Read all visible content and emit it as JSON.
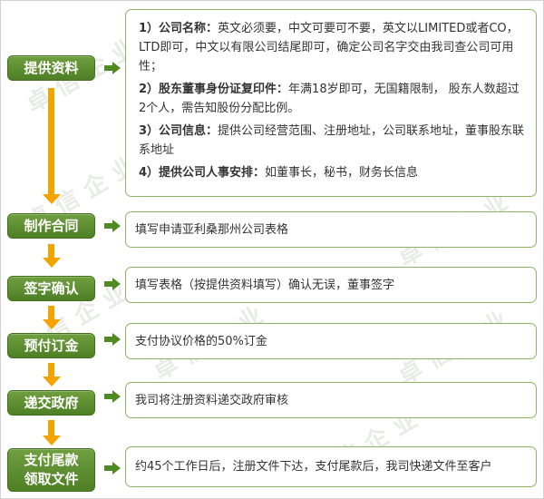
{
  "colors": {
    "step_button": "#5a8a2e",
    "box_border": "#8fb365",
    "green_arrow": "#4f8a22",
    "orange_arrow": "#f5a300",
    "text": "#333333"
  },
  "watermark": "卓信企业",
  "steps": [
    {
      "label": "提供资料"
    },
    {
      "label": "制作合同",
      "text": "填写申请亚利桑那州公司表格"
    },
    {
      "label": "签字确认",
      "text": "填写表格（按提供资料填写）确认无误，董事签字"
    },
    {
      "label": "预付订金",
      "text": "支付协议价格的50%订金"
    },
    {
      "label": "递交政府",
      "text": "我司将注册资料递交政府审核"
    },
    {
      "label_lines": [
        "支付尾款",
        "领取文件"
      ],
      "text": "约45个工作日后，注册文件下达，支付尾款后，我司快递文件至客户"
    }
  ],
  "details": [
    {
      "key": "1）公司名称：",
      "text": "英文必须要，中文可要可不要，英文以LIMITED或者CO，LTD即可，中文以有限公司结尾即可，确定公司名字交由我司查公司可用性；"
    },
    {
      "key": "2）股东董事身份证复印件：",
      "text": "年满18岁即可，无国籍限制， 股东人数超过2个人，需告知股份分配比例。"
    },
    {
      "key": "3）公司信息：",
      "text": "提供公司经营范围、注册地址，公司联系地址，董事股东联系地址"
    },
    {
      "key": "4）提供公司人事安排：",
      "text": "如董事长，秘书，财务长信息"
    }
  ]
}
